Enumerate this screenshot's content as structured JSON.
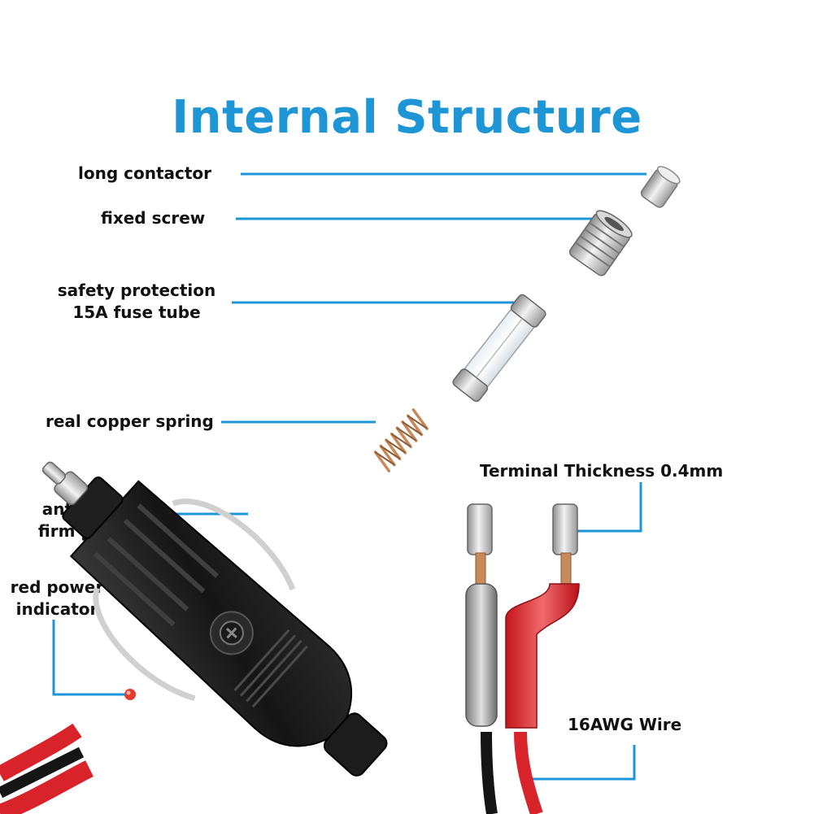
{
  "title": "Internal Structure",
  "labels": {
    "long_contactor": "long contactor",
    "fixed_screw": "fixed screw",
    "fuse_line1": "safety protection",
    "fuse_line2": "15A fuse tube",
    "copper_spring": "real copper spring",
    "plug_line1": "anti-slip",
    "plug_line2": "firm plug",
    "indicator_line1": "red power",
    "indicator_line2": "indicator",
    "terminal_thickness": "Terminal Thickness 0.4mm",
    "wire": "16AWG Wire"
  },
  "colors": {
    "title": "#1e95d4",
    "leader": "#1e95d4",
    "label": "#111111",
    "plug_body": "#1b1b1b",
    "red_wire": "#d8232a",
    "black_wire": "#151515",
    "copper": "#c98a5a",
    "metal": "#c8c8c8"
  }
}
